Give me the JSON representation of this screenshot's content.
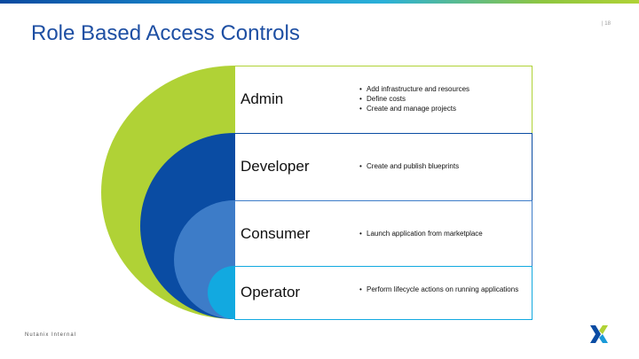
{
  "slide": {
    "title": "Role Based Access Controls",
    "page_number": "| 18",
    "footer": "Nutanix Internal"
  },
  "roles": [
    {
      "name": "Admin",
      "color": "#b0d236",
      "bullets": [
        "Add infrastructure and resources",
        "Define costs",
        "Create and manage projects"
      ]
    },
    {
      "name": "Developer",
      "color": "#0a4ca3",
      "bullets": [
        "Create and publish blueprints"
      ]
    },
    {
      "name": "Consumer",
      "color": "#3d7cc8",
      "bullets": [
        "Launch application from marketplace"
      ]
    },
    {
      "name": "Operator",
      "color": "#12a9e0",
      "bullets": [
        "Perform lifecycle actions on running applications"
      ]
    }
  ],
  "logo": {
    "icon": "nutanix-x-logo",
    "colors": [
      "#0a4ca3",
      "#b0d236",
      "#1a9ad8"
    ]
  }
}
